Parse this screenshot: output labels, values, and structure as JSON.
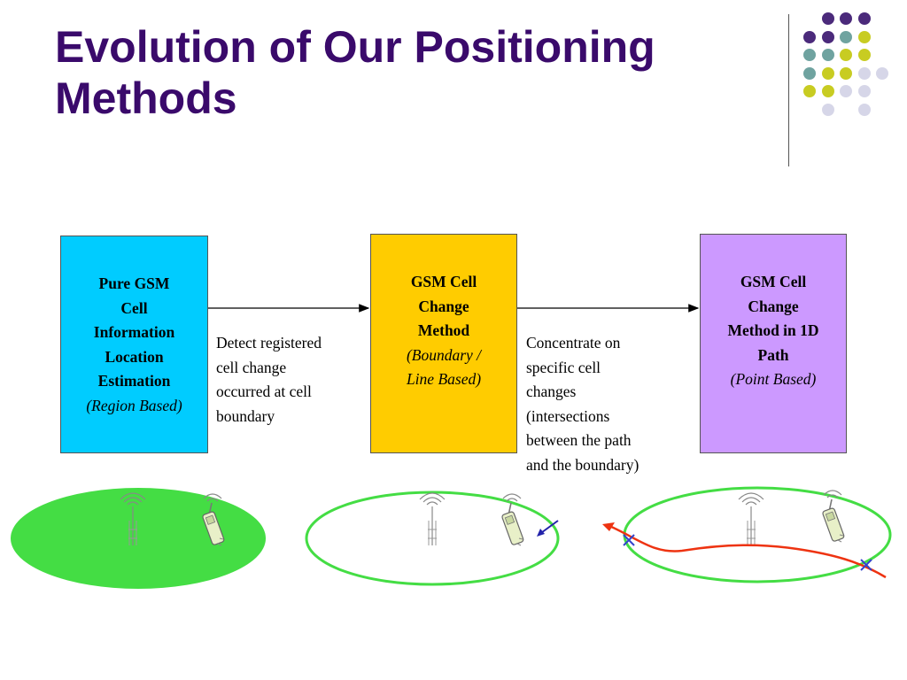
{
  "slide": {
    "title": "Evolution of Our Positioning Methods"
  },
  "boxes": [
    {
      "line1": "Pure GSM",
      "line2": "Cell",
      "line3": "Information",
      "line4": "Location",
      "line5": "Estimation",
      "italic": "(Region Based)",
      "color": "#00ccff"
    },
    {
      "line1": "GSM Cell",
      "line2": "Change",
      "line3": "Method",
      "italic1": "(Boundary /",
      "italic2": "Line Based)",
      "color": "#ffcc00"
    },
    {
      "line1": "GSM Cell",
      "line2": "Change",
      "line3": "Method in 1D",
      "line4": "Path",
      "italic": "(Point Based)",
      "color": "#cc99ff"
    }
  ],
  "notes": [
    {
      "lines": [
        "Detect registered",
        "cell change",
        "occurred at cell",
        "boundary"
      ]
    },
    {
      "lines": [
        "Concentrate on",
        "specific cell",
        "changes",
        "(intersections",
        "between the path",
        "and the boundary)"
      ]
    }
  ],
  "decoration": {
    "dot_colors": [
      "#4b2a7b",
      "#6fa3a0",
      "#c8cc22",
      "#d6d6e8"
    ]
  }
}
